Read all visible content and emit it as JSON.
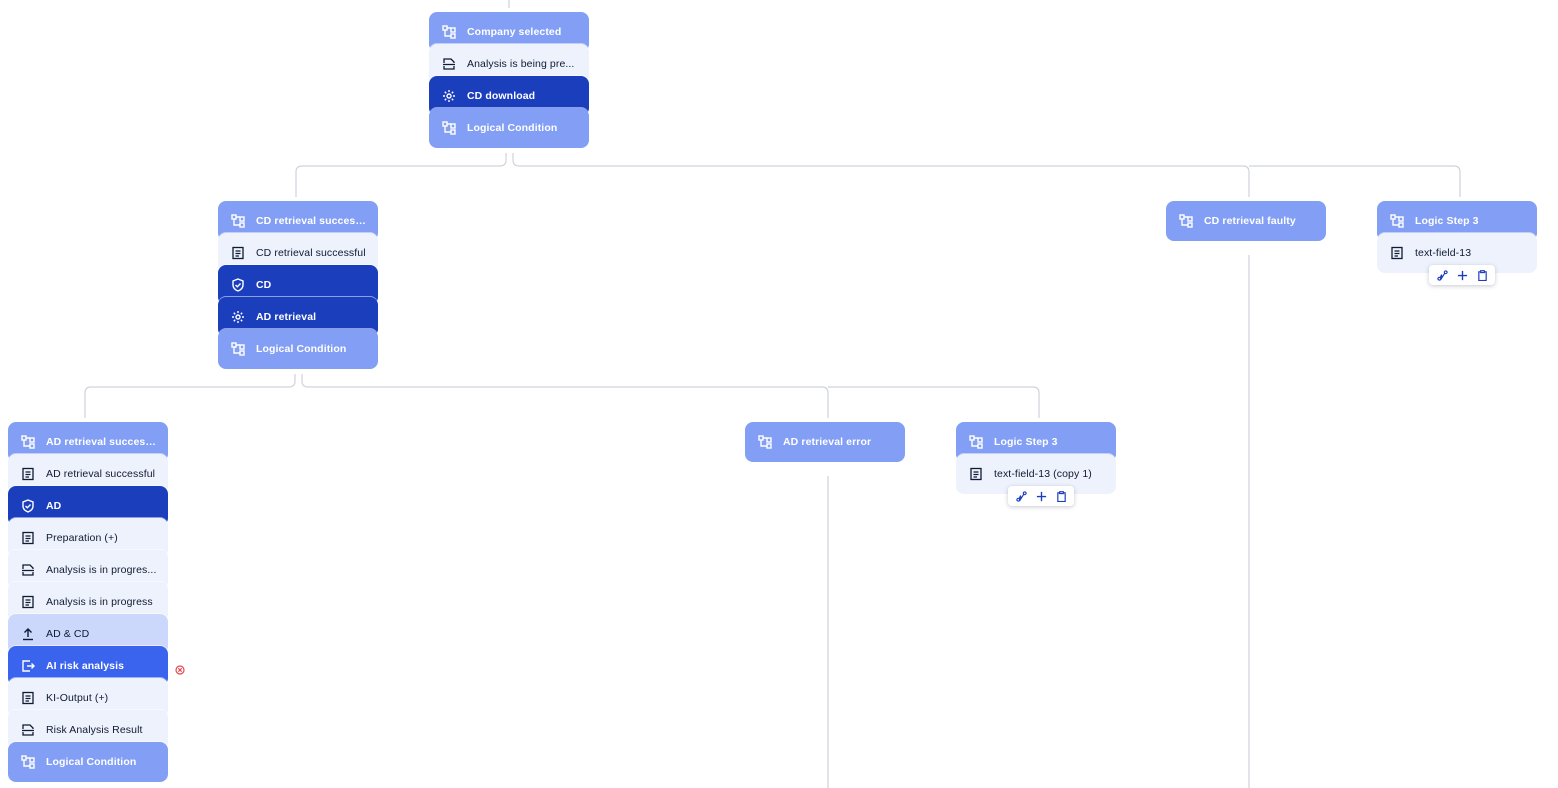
{
  "colors": {
    "logic": "#829ef5",
    "text_step": "#edf2fd",
    "dark_step": "#1b3ebd",
    "ai_step": "#3a63ee",
    "upload_step": "#ccd8fb",
    "connector": "#cfd3da",
    "error": "#e5484d"
  },
  "root_stack": {
    "nodes": [
      {
        "label": "Company selected",
        "icon": "logic-icon"
      },
      {
        "label": "Analysis is being pre...",
        "icon": "document-scan-icon"
      },
      {
        "label": "CD download",
        "icon": "gear-icon"
      },
      {
        "label": "Logical Condition",
        "icon": "logic-icon"
      }
    ]
  },
  "cd_success_stack": {
    "nodes": [
      {
        "label": "CD retrieval successful",
        "icon": "logic-icon"
      },
      {
        "label": "CD retrieval successful",
        "icon": "text-document-icon"
      },
      {
        "label": "CD",
        "icon": "shield-check-icon"
      },
      {
        "label": "AD retrieval",
        "icon": "gear-icon"
      },
      {
        "label": "Logical Condition",
        "icon": "logic-icon"
      }
    ]
  },
  "cd_faulty_stack": {
    "nodes": [
      {
        "label": "CD retrieval faulty",
        "icon": "logic-icon"
      }
    ]
  },
  "logic_step_a_stack": {
    "nodes": [
      {
        "label": "Logic Step 3",
        "icon": "logic-icon"
      },
      {
        "label": "text-field-13",
        "icon": "text-document-icon"
      }
    ]
  },
  "ad_success_stack": {
    "nodes": [
      {
        "label": "AD retrieval successful",
        "icon": "logic-icon"
      },
      {
        "label": "AD retrieval successful",
        "icon": "text-document-icon"
      },
      {
        "label": "AD",
        "icon": "shield-check-icon"
      },
      {
        "label": "Preparation (+)",
        "icon": "text-document-icon"
      },
      {
        "label": "Analysis is in progres...",
        "icon": "document-scan-icon"
      },
      {
        "label": "Analysis is in progress",
        "icon": "text-document-icon"
      },
      {
        "label": "AD & CD",
        "icon": "upload-icon"
      },
      {
        "label": "AI risk analysis",
        "icon": "export-icon"
      },
      {
        "label": "KI-Output (+)",
        "icon": "text-document-icon"
      },
      {
        "label": "Risk Analysis Result",
        "icon": "document-scan-icon"
      },
      {
        "label": "Logical Condition",
        "icon": "logic-icon"
      }
    ]
  },
  "ad_error_stack": {
    "nodes": [
      {
        "label": "AD retrieval error",
        "icon": "logic-icon"
      }
    ]
  },
  "logic_step_b_stack": {
    "nodes": [
      {
        "label": "Logic Step 3",
        "icon": "logic-icon"
      },
      {
        "label": "text-field-13 (copy 1)",
        "icon": "text-document-icon"
      }
    ]
  },
  "toolbar": {
    "icons": [
      "connect-icon",
      "plus-icon",
      "clipboard-icon"
    ]
  },
  "status": {
    "ai_risk_analysis_error_icon": "error-circle-icon"
  }
}
